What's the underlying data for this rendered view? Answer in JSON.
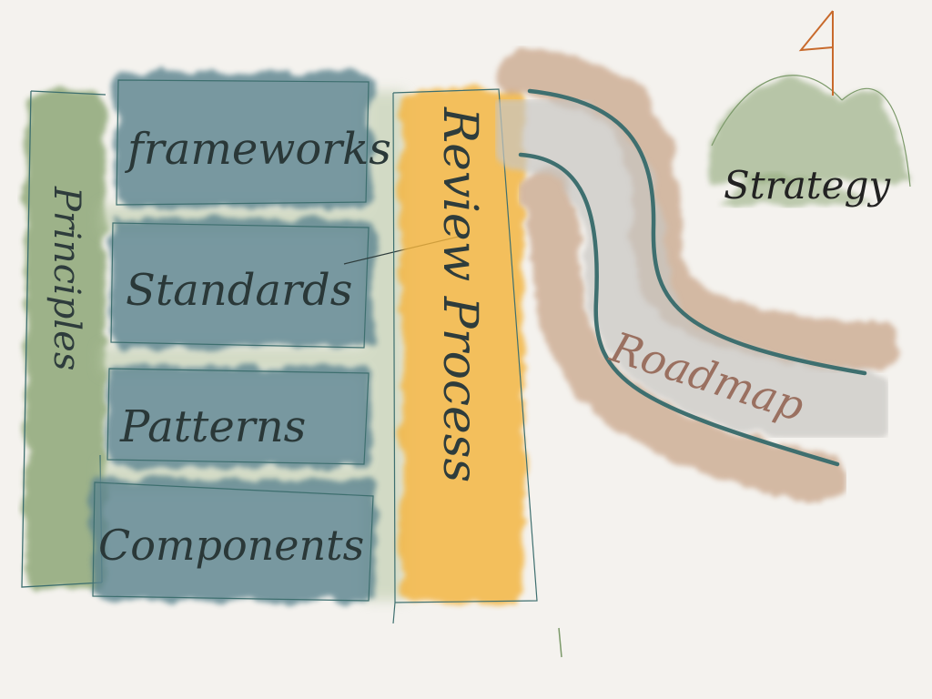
{
  "labels": {
    "principles": "Principles",
    "frameworks": "frameworks",
    "standards": "Standards",
    "patterns": "Patterns",
    "components": "Components",
    "review_process": "Review Process",
    "roadmap": "Roadmap",
    "strategy": "Strategy"
  },
  "colors": {
    "paper": "#f4f2ee",
    "blue_wash": "#5d8590",
    "green_wash": "#8fa878",
    "orange_wash": "#f3b43c",
    "brown_wash": "#c9a68a",
    "grey_wash": "#c8c6c2",
    "teal_ink": "#3e6f6f",
    "ink": "#2e3c3c",
    "flag_orange": "#c86a2c",
    "roadmap_text": "#9a7060"
  },
  "icons": {
    "flag": "flag-icon",
    "mountain": "mountain-icon"
  }
}
